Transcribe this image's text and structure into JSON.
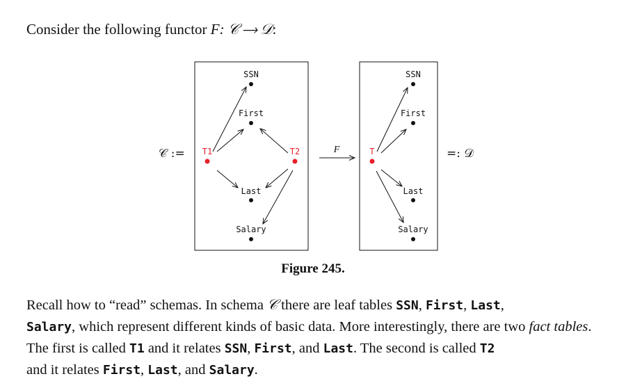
{
  "intro": {
    "text": "Consider the following functor ",
    "functor_math": "F: 𝒞 ⟶ 𝒟",
    "colon": ":"
  },
  "diagram": {
    "left": {
      "assign_label": "𝒞 :=",
      "nodes": {
        "ssn": "SSN",
        "first": "First",
        "last": "Last",
        "salary": "Salary",
        "t1": "T1",
        "t2": "T2"
      }
    },
    "arrow_label": "F",
    "right": {
      "assign_label": "=: 𝒟",
      "nodes": {
        "ssn": "SSN",
        "first": "First",
        "last": "Last",
        "salary": "Salary",
        "t": "T"
      }
    },
    "colors": {
      "fact_table": "#e8202a",
      "leaf": "#111111"
    }
  },
  "caption": "Figure 245.",
  "paragraph": {
    "p1": "Recall how to “read” schemas. In schema ",
    "schema_name": "𝒞",
    "p2": " there are leaf tables ",
    "ssn": "SSN",
    "c1": ", ",
    "first": "First",
    "c2": ", ",
    "last": "Last",
    "c3": ",",
    "salary": "Salary",
    "p3": ", which represent different kinds of basic data. More interestingly, there are two ",
    "fact_tables": "fact tables",
    "p4": ". The first is called ",
    "t1": "T1",
    "p5": " and it relates ",
    "ssn2": "SSN",
    "c4": ", ",
    "first2": "First",
    "p6": ", and ",
    "last2": "Last",
    "p7": ". The second is called ",
    "t2": "T2",
    "p8": " and it relates ",
    "first3": "First",
    "c5": ", ",
    "last3": "Last",
    "p9": ", and ",
    "salary2": "Salary",
    "p10": "."
  }
}
